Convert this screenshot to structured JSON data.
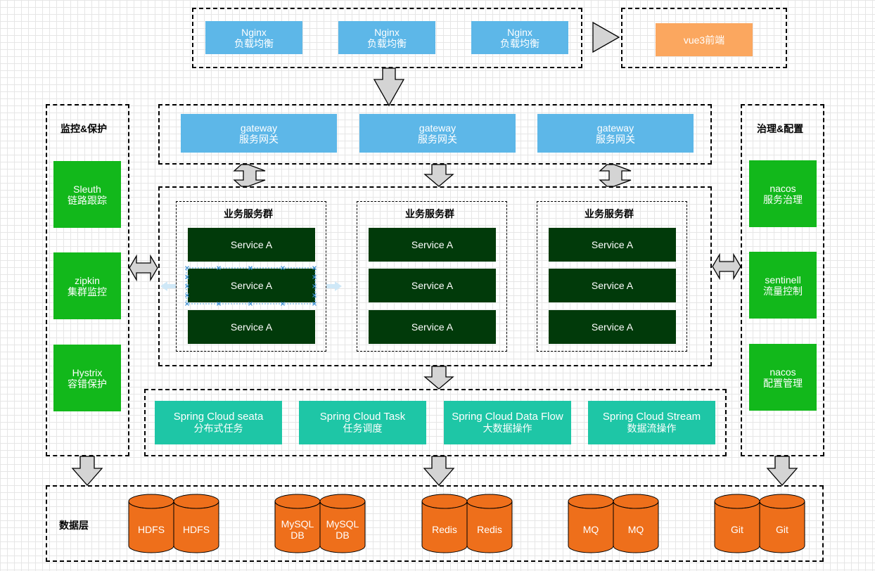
{
  "nginx": [
    {
      "title": "Nginx",
      "sub": "负载均衡"
    },
    {
      "title": "Nginx",
      "sub": "负载均衡"
    },
    {
      "title": "Nginx",
      "sub": "负载均衡"
    }
  ],
  "frontend": {
    "title": "vue3前端"
  },
  "gateway": [
    {
      "title": "gateway",
      "sub": "服务网关"
    },
    {
      "title": "gateway",
      "sub": "服务网关"
    },
    {
      "title": "gateway",
      "sub": "服务网关"
    }
  ],
  "monitor": {
    "title": "监控&保护",
    "items": [
      {
        "title": "Sleuth",
        "sub": "链路跟踪"
      },
      {
        "title": "zipkin",
        "sub": "集群监控"
      },
      {
        "title": "Hystrix",
        "sub": "容错保护"
      }
    ]
  },
  "governance": {
    "title": "治理&配置",
    "items": [
      {
        "title": "nacos",
        "sub": "服务治理"
      },
      {
        "title": "sentinell",
        "sub": "流量控制"
      },
      {
        "title": "nacos",
        "sub": "配置管理"
      }
    ]
  },
  "service_groups": [
    {
      "title": "业务服务群",
      "services": [
        "Service A",
        "Service A",
        "Service A"
      ]
    },
    {
      "title": "业务服务群",
      "services": [
        "Service A",
        "Service A",
        "Service A"
      ]
    },
    {
      "title": "业务服务群",
      "services": [
        "Service A",
        "Service A",
        "Service A"
      ]
    }
  ],
  "cloud": [
    {
      "title": "Spring Cloud seata",
      "sub": "分布式任务"
    },
    {
      "title": "Spring Cloud Task",
      "sub": "任务调度"
    },
    {
      "title": "Spring Cloud Data Flow",
      "sub": "大数据操作"
    },
    {
      "title": "Spring Cloud Stream",
      "sub": "数据流操作"
    }
  ],
  "data_layer": {
    "title": "数据层",
    "stores": [
      {
        "l1": "HDFS",
        "l2": ""
      },
      {
        "l1": "HDFS",
        "l2": ""
      },
      {
        "l1": "MySQL",
        "l2": "DB"
      },
      {
        "l1": "MySQL",
        "l2": "DB"
      },
      {
        "l1": "Redis",
        "l2": ""
      },
      {
        "l1": "Redis",
        "l2": ""
      },
      {
        "l1": "MQ",
        "l2": ""
      },
      {
        "l1": "MQ",
        "l2": ""
      },
      {
        "l1": "Git",
        "l2": ""
      },
      {
        "l1": "Git",
        "l2": ""
      }
    ]
  },
  "colors": {
    "nginx_blue": "#5db7e8",
    "frontend_orange": "#fba75f",
    "monitor_green": "#12b81b",
    "service_dark": "#013a0a",
    "cloud_teal": "#1ec6a6",
    "store_orange": "#ee6f1b",
    "arrow_gray": "#d4d4d4"
  }
}
